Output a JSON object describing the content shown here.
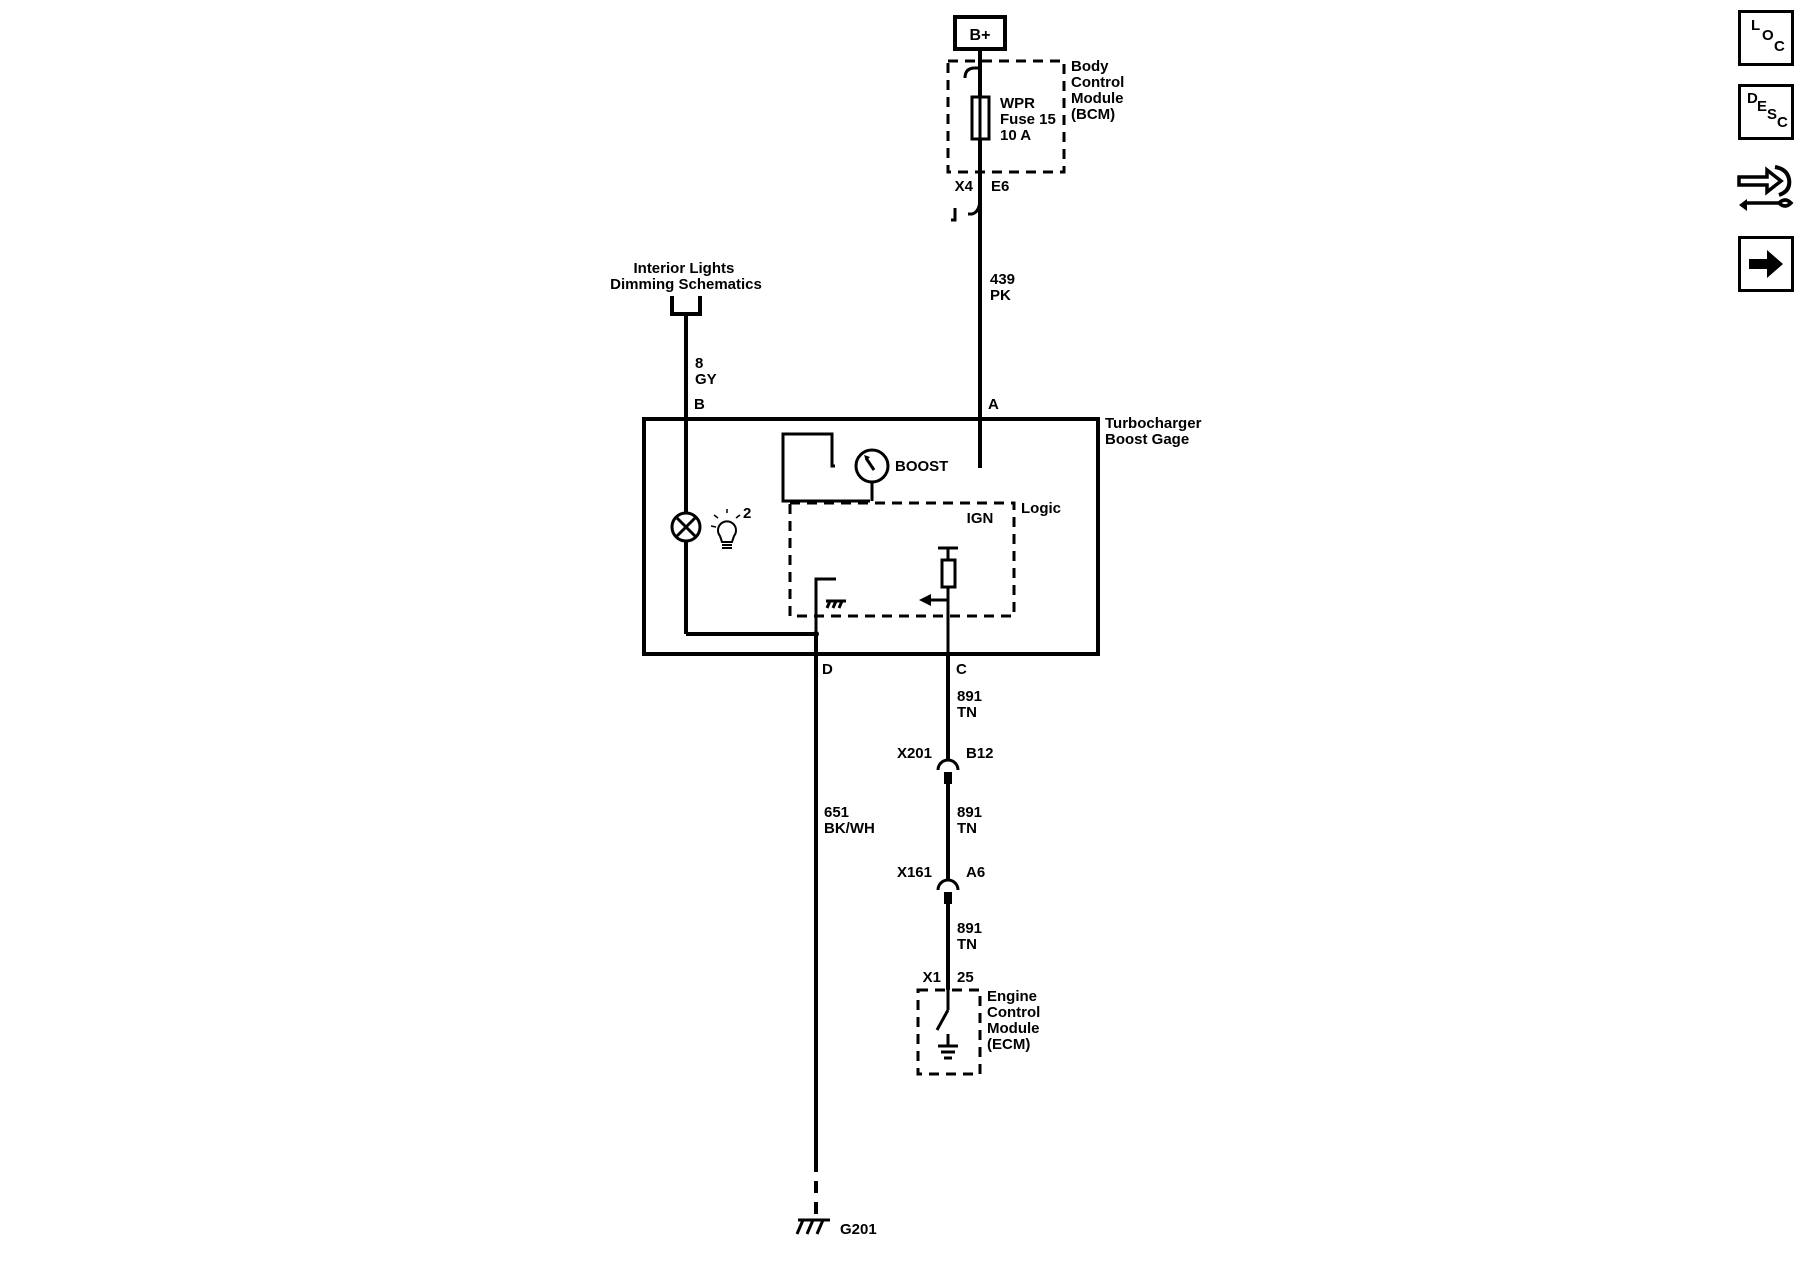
{
  "power": {
    "source_label": "B+"
  },
  "bcm": {
    "name_lines": [
      "Body",
      "Control",
      "Module",
      "(BCM)"
    ],
    "fuse_lines": [
      "WPR",
      "Fuse 15",
      "10 A"
    ],
    "connector": "X4",
    "pin": "E6"
  },
  "wires": {
    "w439": {
      "circuit": "439",
      "color": "PK"
    },
    "w8": {
      "circuit": "8",
      "color": "GY"
    },
    "w891a": {
      "circuit": "891",
      "color": "TN"
    },
    "w891b": {
      "circuit": "891",
      "color": "TN"
    },
    "w891c": {
      "circuit": "891",
      "color": "TN"
    },
    "w651": {
      "circuit": "651",
      "color": "BK/WH"
    }
  },
  "interior_lights": {
    "lines": [
      "Interior Lights",
      "Dimming Schematics"
    ]
  },
  "gage": {
    "name_lines": [
      "Turbocharger",
      "Boost Gage"
    ],
    "pin_a": "A",
    "pin_b": "B",
    "pin_c": "C",
    "pin_d": "D",
    "boost_label": "BOOST",
    "logic_label": "Logic",
    "ign_label": "IGN",
    "bulb_number": "2"
  },
  "inline_connectors": [
    {
      "name": "X201",
      "pin": "B12"
    },
    {
      "name": "X161",
      "pin": "A6"
    }
  ],
  "ecm": {
    "connector": "X1",
    "pin": "25",
    "name_lines": [
      "Engine",
      "Control",
      "Module",
      "(ECM)"
    ]
  },
  "ground": {
    "label": "G201"
  },
  "nav": {
    "loc": [
      "L",
      "O",
      "C"
    ],
    "desc": [
      "D",
      "E",
      "S",
      "C"
    ]
  }
}
